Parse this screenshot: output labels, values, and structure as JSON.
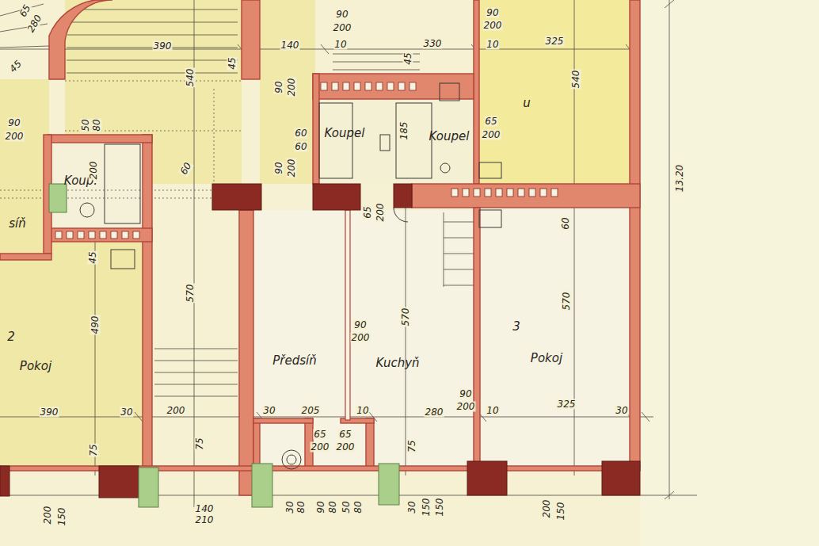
{
  "diagram": {
    "nodes": [
      {
        "text": [
          "2",
          "Pokoj"
        ]
      },
      {
        "text": [
          "síň"
        ]
      },
      {
        "text": [
          "Koup."
        ]
      },
      {
        "text": [
          "Předsíň"
        ]
      },
      {
        "text": [
          "Kuchyň"
        ]
      },
      {
        "text": [
          "3",
          "Pokoj"
        ]
      },
      {
        "text": [
          "Koupel"
        ]
      },
      {
        "text": [
          "Koupel"
        ]
      },
      {
        "text": [
          "u"
        ]
      }
    ],
    "labels": [
      "65",
      "280",
      "45",
      "390",
      "540",
      "45",
      "140",
      "90",
      "200",
      "10",
      "330",
      "45",
      "90",
      "200",
      "10",
      "325",
      "540",
      "90",
      "200",
      "60",
      "60",
      "185",
      "65",
      "200",
      "13.20",
      "90",
      "200",
      "90",
      "200",
      "50",
      "80",
      "200",
      "60",
      "45",
      "490",
      "570",
      "65",
      "200",
      "60",
      "570",
      "570",
      "90",
      "200",
      "90",
      "200",
      "390",
      "30",
      "200",
      "30",
      "205",
      "10",
      "280",
      "10",
      "325",
      "30",
      "75",
      "75",
      "75",
      "65",
      "200",
      "65",
      "200",
      "200",
      "150",
      "140",
      "210",
      "30",
      "80",
      "90",
      "80",
      "50",
      "80",
      "30",
      "150",
      "150",
      "200",
      "150"
    ]
  }
}
